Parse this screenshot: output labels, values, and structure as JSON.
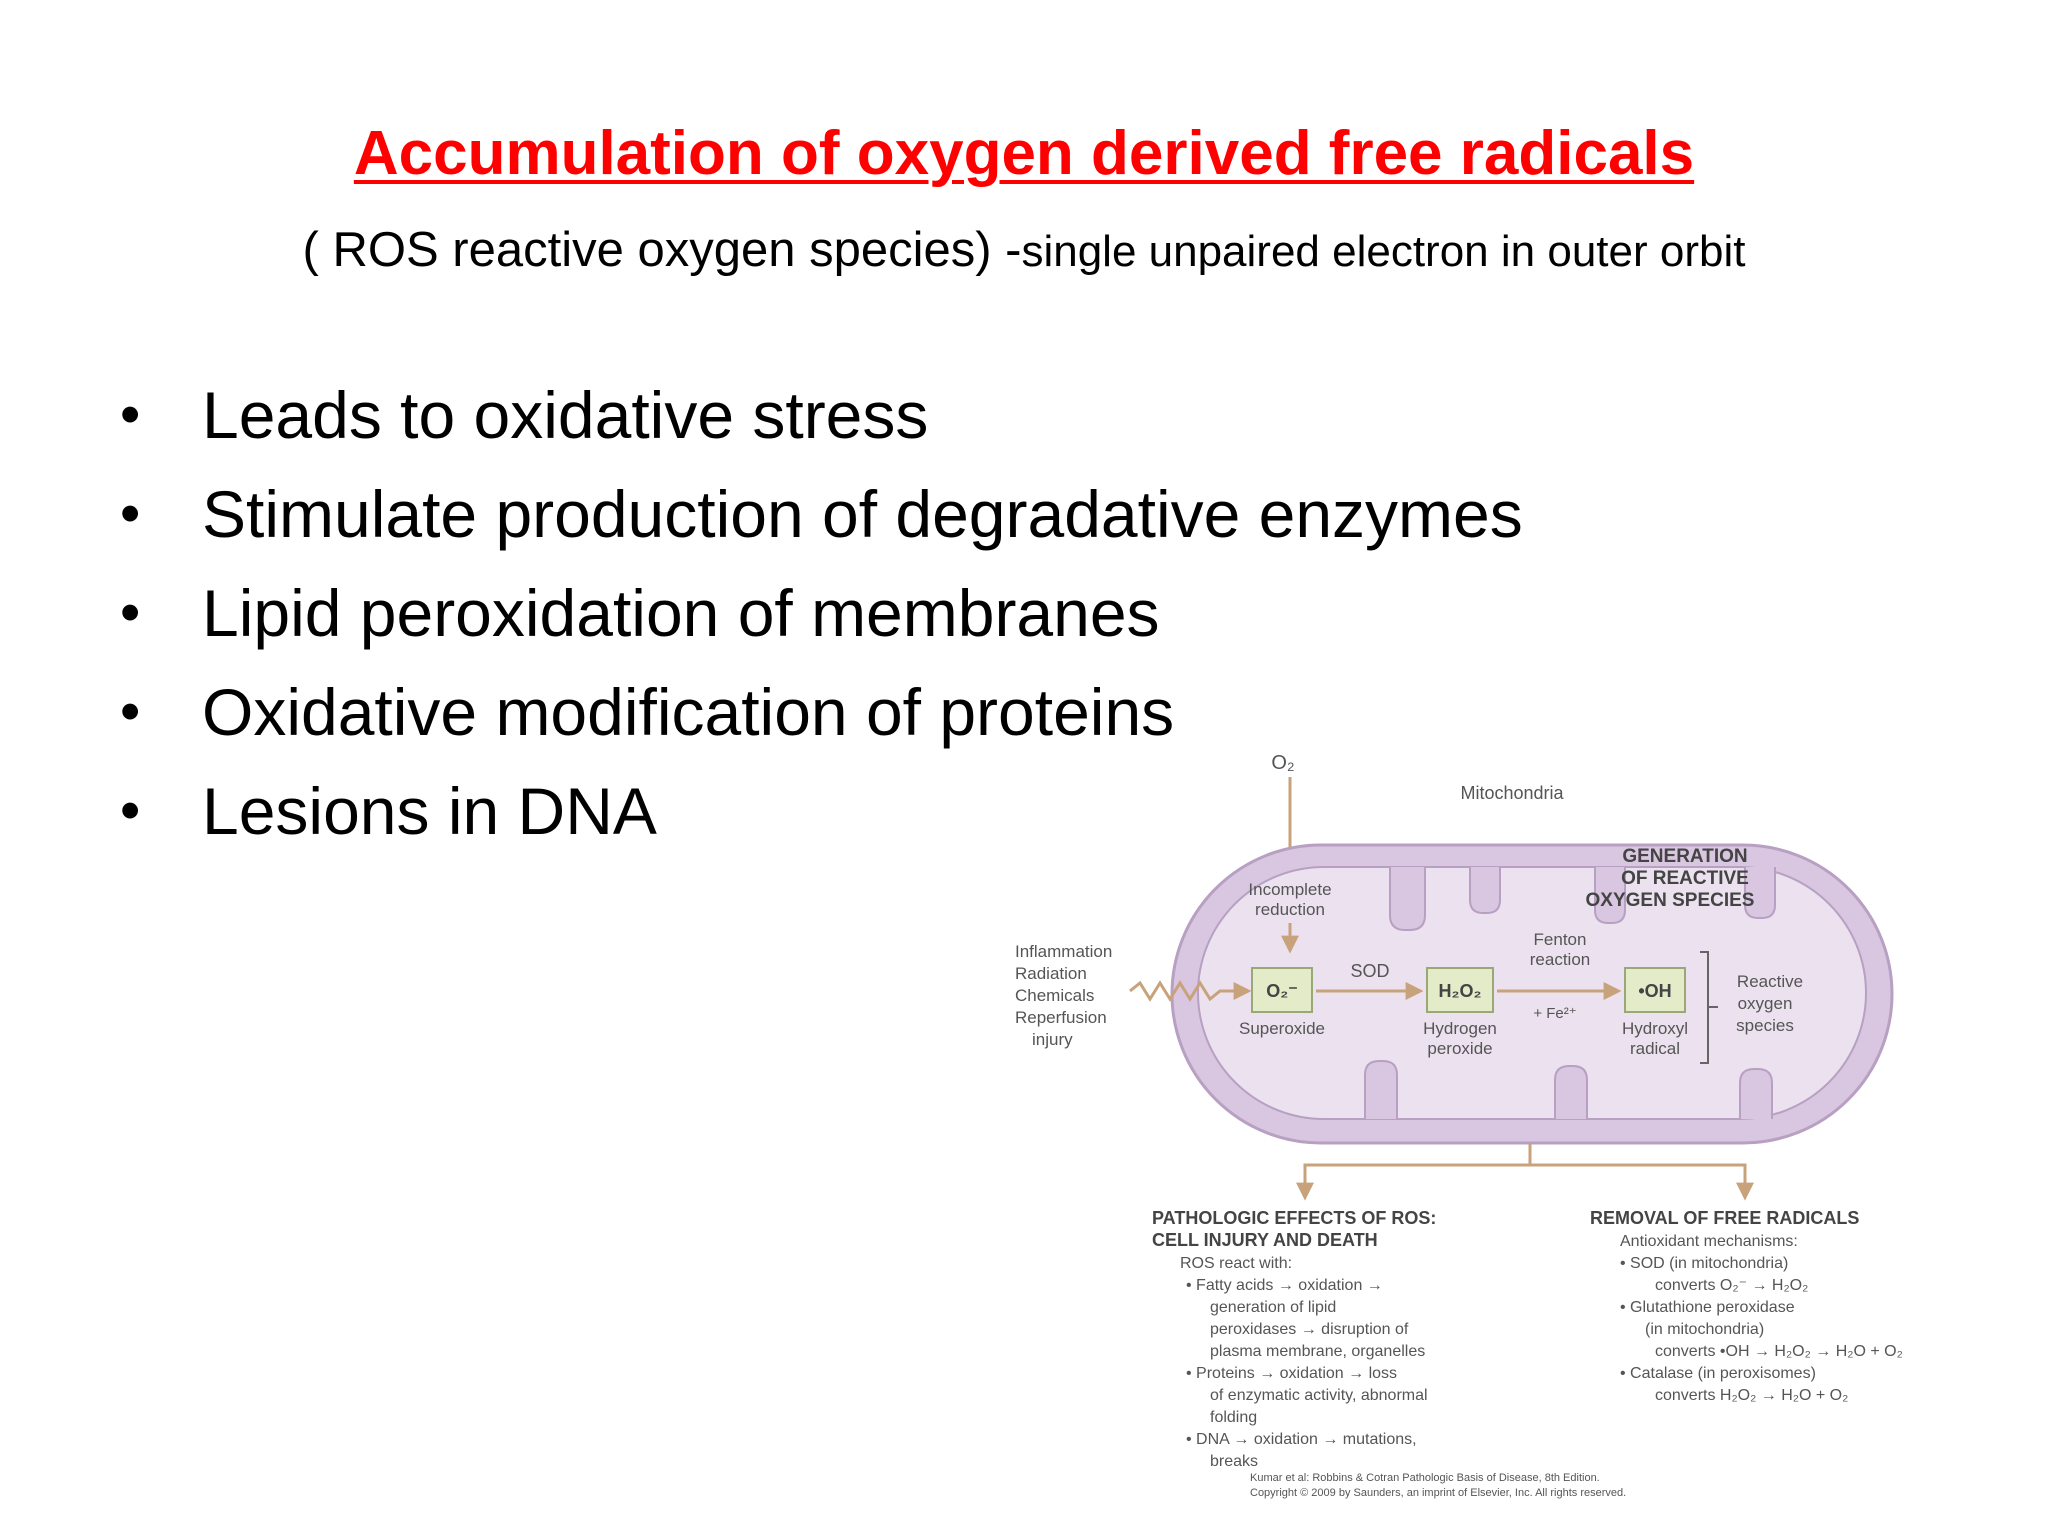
{
  "slide": {
    "title": "Accumulation of oxygen derived free radicals",
    "subtitle_main": "( ROS reactive oxygen species) -",
    "subtitle_small": "single unpaired electron in outer orbit",
    "bullets": [
      "Leads to oxidative stress",
      "Stimulate production of degradative enzymes",
      "Lipid peroxidation of membranes",
      "Oxidative modification of proteins",
      "Lesions in DNA"
    ],
    "bullet_symbol": "•"
  },
  "diagram": {
    "o2_top": "O₂",
    "mitochondria_label": "Mitochondria",
    "generation_heading": [
      "GENERATION",
      "OF REACTIVE",
      "OXYGEN SPECIES"
    ],
    "incomplete_reduction": [
      "Incomplete",
      "reduction"
    ],
    "causes": [
      "Inflammation",
      "Radiation",
      "Chemicals",
      "Reperfusion",
      "injury"
    ],
    "sod_label": "SOD",
    "fenton": [
      "Fenton",
      "reaction"
    ],
    "fe_label": "+ Fe²⁺",
    "superoxide_box": "O₂⁻",
    "superoxide_label": "Superoxide",
    "h2o2_box": "H₂O₂",
    "h2o2_label": [
      "Hydrogen",
      "peroxide"
    ],
    "oh_box": "•OH",
    "oh_label": [
      "Hydroxyl",
      "radical"
    ],
    "ros_bracket_label": [
      "Reactive",
      "oxygen",
      "species"
    ],
    "pathologic_heading": [
      "PATHOLOGIC EFFECTS OF ROS:",
      "CELL INJURY AND DEATH"
    ],
    "pathologic_lines": [
      "ROS react with:",
      "• Fatty acids → oxidation →",
      "generation of lipid",
      "peroxidases → disruption of",
      "plasma membrane, organelles",
      "• Proteins → oxidation → loss",
      "of enzymatic activity, abnormal",
      "folding",
      "• DNA → oxidation → mutations,",
      "breaks"
    ],
    "removal_heading": "REMOVAL OF FREE RADICALS",
    "removal_lines": [
      "Antioxidant mechanisms:",
      "• SOD (in mitochondria)",
      "converts O₂⁻ → H₂O₂",
      "• Glutathione peroxidase",
      "(in mitochondria)",
      "converts •OH → H₂O₂ → H₂O + O₂",
      "• Catalase (in peroxisomes)",
      "converts H₂O₂ → H₂O + O₂"
    ],
    "credit": [
      "Kumar et al: Robbins & Cotran Pathologic Basis of Disease, 8th Edition.",
      "Copyright © 2009 by Saunders, an imprint of Elsevier, Inc. All rights reserved."
    ]
  },
  "colors": {
    "title": "#ff0000",
    "membrane": "#d9c6e0",
    "membrane_outline": "#b7a0c2",
    "arrow": "#c8a27a",
    "box": "#e3ebc9"
  }
}
